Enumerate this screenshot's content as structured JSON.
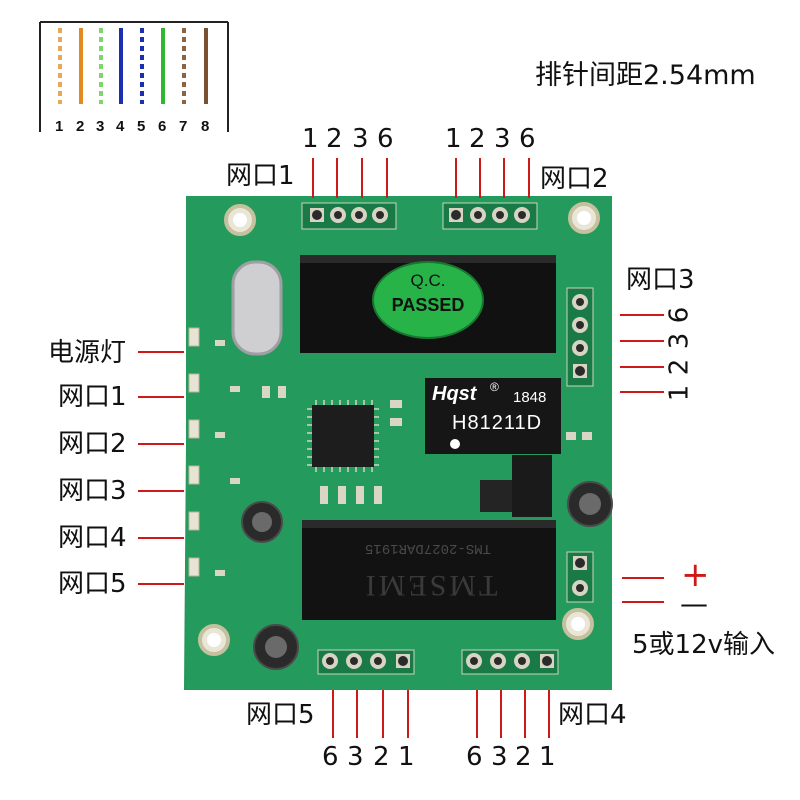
{
  "wire_legend": {
    "numbers": [
      "1",
      "2",
      "3",
      "4",
      "5",
      "6",
      "7",
      "8"
    ],
    "colors": [
      "#e8a85a",
      "#e08a20",
      "#7ed66c",
      "#1c2fb0",
      "#1c2fb0",
      "#2fb82f",
      "#8b6443",
      "#7a5030"
    ]
  },
  "pitch_note": "排针间距2.54mm",
  "port1_top": {
    "label": "网口1",
    "pins": [
      "1",
      "2",
      "3",
      "6"
    ]
  },
  "port2_top": {
    "label": "网口2",
    "pins": [
      "1",
      "2",
      "3",
      "6"
    ]
  },
  "port3_right": {
    "label": "网口3",
    "pins": [
      "6",
      "3",
      "2",
      "1"
    ]
  },
  "left_leds": [
    "电源灯",
    "网口1",
    "网口2",
    "网口3",
    "网口4",
    "网口5"
  ],
  "power": {
    "plus": "+",
    "minus": "—",
    "label": "5或12v输入"
  },
  "port5_bottom": {
    "label": "网口5",
    "pins": [
      "6",
      "3",
      "2",
      "1"
    ]
  },
  "port4_bottom": {
    "label": "网口4",
    "pins": [
      "6",
      "3",
      "2",
      "1"
    ]
  },
  "board": {
    "qc_line1": "Q.C.",
    "qc_line2": "PASSED",
    "chip_brand": "Hqst",
    "chip_reg": "®",
    "chip_date": "1848",
    "chip_model": "H81211D",
    "transformer_text": "TMSEMI",
    "transformer_sub": "TMS-2027DAR1915"
  },
  "colors": {
    "pcb": "#23965a",
    "pcb_dark": "#1a7a47",
    "callout": "#d01818"
  }
}
